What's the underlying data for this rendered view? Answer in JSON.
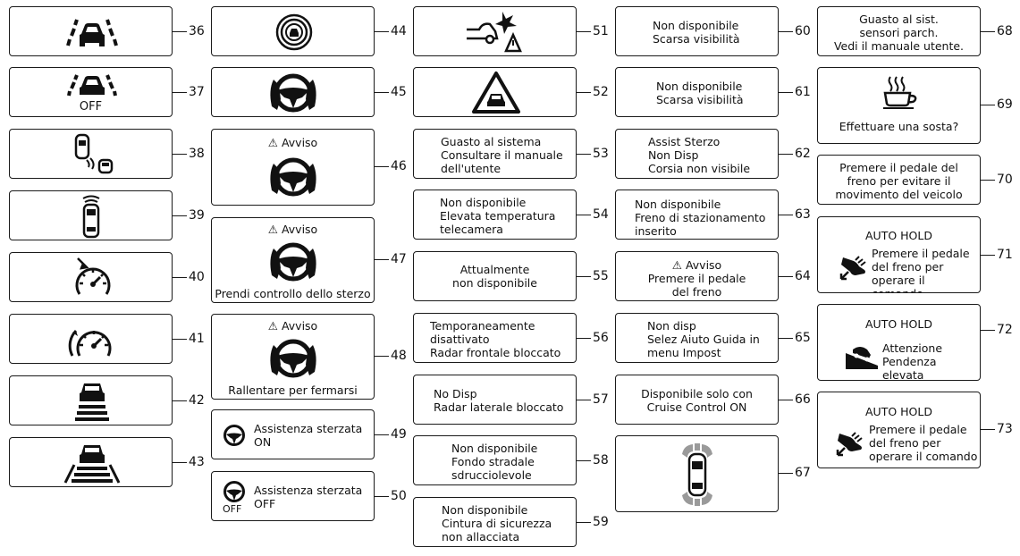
{
  "warning_prefix": "⚠ ",
  "panels": {
    "p36": {
      "number": "36"
    },
    "p37": {
      "number": "37",
      "label": "OFF"
    },
    "p38": {
      "number": "38"
    },
    "p39": {
      "number": "39"
    },
    "p40": {
      "number": "40"
    },
    "p41": {
      "number": "41"
    },
    "p42": {
      "number": "42"
    },
    "p43": {
      "number": "43"
    },
    "p44": {
      "number": "44"
    },
    "p45": {
      "number": "45"
    },
    "p46": {
      "number": "46",
      "header": "⚠ Avviso"
    },
    "p47": {
      "number": "47",
      "header": "⚠ Avviso",
      "text": "Prendi controllo dello sterzo"
    },
    "p48": {
      "number": "48",
      "header": "⚠ Avviso",
      "text": "Rallentare per fermarsi"
    },
    "p49": {
      "number": "49",
      "text": "Assistenza sterzata\nON"
    },
    "p50": {
      "number": "50",
      "label": "OFF",
      "text": "Assistenza sterzata\nOFF"
    },
    "p51": {
      "number": "51"
    },
    "p52": {
      "number": "52"
    },
    "p53": {
      "number": "53",
      "text": "Guasto al sistema\nConsultare il manuale\ndell'utente"
    },
    "p54": {
      "number": "54",
      "text": "Non disponibile\nElevata temperatura\ntelecamera"
    },
    "p55": {
      "number": "55",
      "text": "Attualmente\nnon disponibile"
    },
    "p56": {
      "number": "56",
      "text": "Temporaneamente\ndisattivato\nRadar frontale  bloccato"
    },
    "p57": {
      "number": "57",
      "text": "No Disp\nRadar laterale bloccato"
    },
    "p58": {
      "number": "58",
      "text": "Non disponibile\nFondo stradale\nsdrucciolevole"
    },
    "p59": {
      "number": "59",
      "text": "Non disponibile\nCintura di sicurezza\nnon allacciata"
    },
    "p60": {
      "number": "60",
      "text": "Non disponibile\nScarsa visibilità"
    },
    "p61": {
      "number": "61",
      "text": "Non disponibile\nScarsa visibilità"
    },
    "p62": {
      "number": "62",
      "text": "Assist Sterzo\nNon Disp\nCorsia non visibile"
    },
    "p63": {
      "number": "63",
      "text": "Non disponibile\nFreno di stazionamento\ninserito"
    },
    "p64": {
      "number": "64",
      "header": "⚠ Avviso",
      "text": "Premere il pedale\ndel freno"
    },
    "p65": {
      "number": "65",
      "text": "Non disp\nSelez Aiuto Guida in\nmenu Impost"
    },
    "p66": {
      "number": "66",
      "text": "Disponibile solo con\nCruise Control ON"
    },
    "p67": {
      "number": "67"
    },
    "p68": {
      "number": "68",
      "text": "Guasto al sist.\nsensori parch.\nVedi il manuale utente."
    },
    "p69": {
      "number": "69",
      "text": "Effettuare una sosta?"
    },
    "p70": {
      "number": "70",
      "text": "Premere il pedale del\nfreno per evitare il\nmovimento del veicolo"
    },
    "p71": {
      "number": "71",
      "header": "AUTO HOLD",
      "text": "Premere il pedale\ndel freno per\noperare il comando"
    },
    "p72": {
      "number": "72",
      "header": "AUTO HOLD",
      "text": "Attenzione\nPendenza elevata"
    },
    "p73": {
      "number": "73",
      "header": "AUTO HOLD",
      "text": "Premere il pedale\ndel freno per\noperare il comando"
    }
  },
  "icons": {
    "p36": "lane-departure-car-icon",
    "p37": "lane-departure-off-icon",
    "p38": "blind-spot-icon",
    "p39": "rear-cross-traffic-icon",
    "p40": "intelligent-cruise-icon",
    "p41": "cruise-control-icon",
    "p42": "vehicle-ahead-distance-icon",
    "p43": "vehicle-ahead-distance-wide-icon",
    "p44": "target-vehicle-icon",
    "p45": "hands-on-wheel-icon",
    "p51": "forward-collision-icon",
    "p52": "vehicle-warning-triangle-icon",
    "p67": "parking-sensor-icon",
    "p69": "coffee-cup-icon",
    "p71": "foot-on-brake-icon",
    "p72": "steep-slope-icon",
    "p73": "foot-on-brake-icon"
  }
}
